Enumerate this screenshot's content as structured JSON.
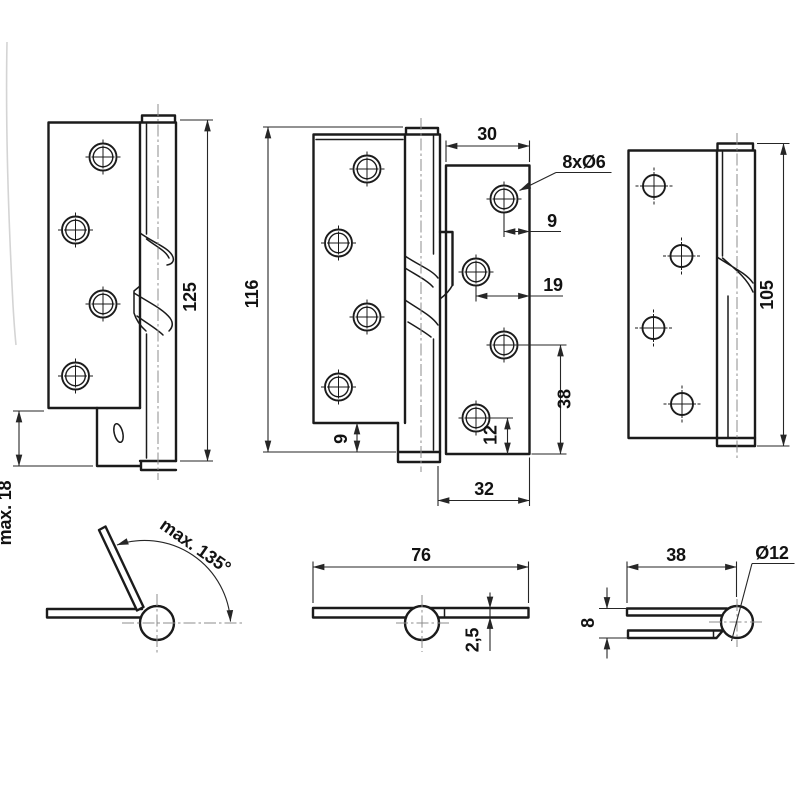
{
  "drawing": {
    "type": "technical-drawing-hinge",
    "colors": {
      "line": "#1b1b1b",
      "dimension": "#262626",
      "centerline": "#8c8c8c",
      "background": "#ffffff"
    },
    "views": {
      "closed_side_left": {
        "height_dim": "125",
        "foot_dim": "max. 18"
      },
      "closed_side_middle": {
        "height_dim": "116",
        "bottom_edge_dim": "9"
      },
      "leaf_front": {
        "width_dim": "30",
        "holes_callout": "8xØ6",
        "hole_edge_dim": "9",
        "hole_edge_dim2": "19",
        "hole_pitch_dim": "38",
        "hole_bottom_dim": "12",
        "overall_width_dim": "32"
      },
      "closed_side_right": {
        "height_dim": "105"
      },
      "open_angle": {
        "angle_dim": "max. 135°"
      },
      "plan_open": {
        "length_dim": "76",
        "thickness_dim": "2,5"
      },
      "plan_folded": {
        "length_dim": "38",
        "pin_diameter_dim": "Ø12",
        "stack_dim": "8"
      }
    }
  }
}
